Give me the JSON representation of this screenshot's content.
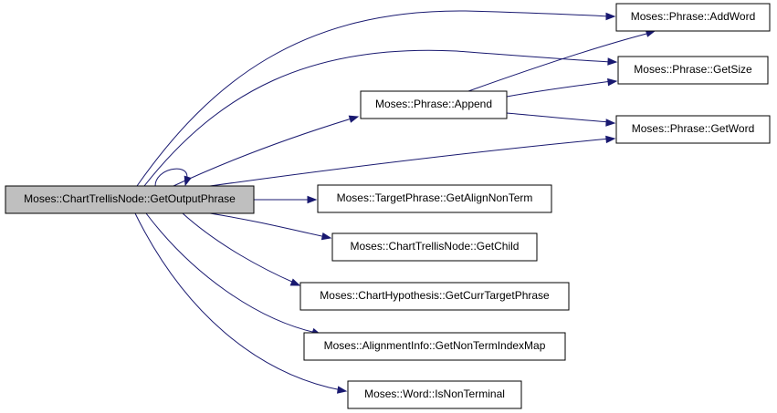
{
  "graph": {
    "edge_color": "#191970",
    "root_fill": "#bfbfbf",
    "nodes": [
      {
        "id": "root",
        "label": "Moses::ChartTrellisNode::GetOutputPhrase"
      },
      {
        "id": "append",
        "label": "Moses::Phrase::Append"
      },
      {
        "id": "addword",
        "label": "Moses::Phrase::AddWord"
      },
      {
        "id": "getsize",
        "label": "Moses::Phrase::GetSize"
      },
      {
        "id": "getword",
        "label": "Moses::Phrase::GetWord"
      },
      {
        "id": "getalign",
        "label": "Moses::TargetPhrase::GetAlignNonTerm"
      },
      {
        "id": "getchild",
        "label": "Moses::ChartTrellisNode::GetChild"
      },
      {
        "id": "getcurr",
        "label": "Moses::ChartHypothesis::GetCurrTargetPhrase"
      },
      {
        "id": "getnonterm",
        "label": "Moses::AlignmentInfo::GetNonTermIndexMap"
      },
      {
        "id": "isnonterm",
        "label": "Moses::Word::IsNonTerminal"
      }
    ],
    "edges": [
      {
        "from": "root",
        "to": "root"
      },
      {
        "from": "root",
        "to": "addword"
      },
      {
        "from": "root",
        "to": "getsize"
      },
      {
        "from": "root",
        "to": "append"
      },
      {
        "from": "root",
        "to": "getword"
      },
      {
        "from": "root",
        "to": "getalign"
      },
      {
        "from": "root",
        "to": "getchild"
      },
      {
        "from": "root",
        "to": "getcurr"
      },
      {
        "from": "root",
        "to": "getnonterm"
      },
      {
        "from": "root",
        "to": "isnonterm"
      },
      {
        "from": "append",
        "to": "addword"
      },
      {
        "from": "append",
        "to": "getsize"
      },
      {
        "from": "append",
        "to": "getword"
      }
    ]
  }
}
